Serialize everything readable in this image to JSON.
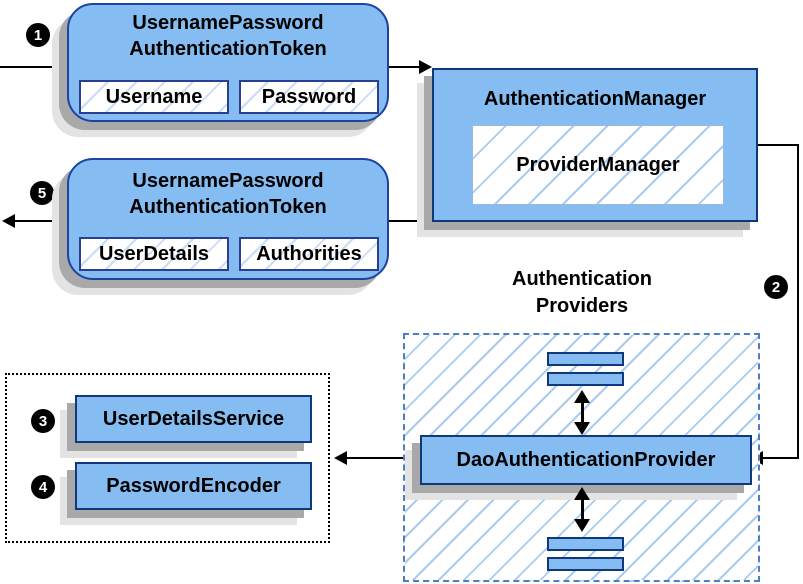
{
  "colors": {
    "box-fill": "#85bdf2",
    "box-border": "#10387c",
    "rounded-border": "#1c44a0",
    "field-border": "#2b3f91",
    "hatch": "#a8cbf0",
    "hatch-faint": "#c9ddf5",
    "dashed-border": "#4d7fc0",
    "line": "#000000",
    "shadow-dark": "#a9a9a9",
    "shadow-light": "#e3e3e3"
  },
  "badges": {
    "step1": "1",
    "step2": "2",
    "step3": "3",
    "step4": "4",
    "step5": "5"
  },
  "token_request": {
    "title_line1": "UsernamePassword",
    "title_line2": "AuthenticationToken",
    "field1": "Username",
    "field2": "Password"
  },
  "token_response": {
    "title_line1": "UsernamePassword",
    "title_line2": "AuthenticationToken",
    "field1": "UserDetails",
    "field2": "Authorities"
  },
  "authentication_manager": {
    "title": "AuthenticationManager",
    "inner": "ProviderManager"
  },
  "providers": {
    "heading_line1": "Authentication",
    "heading_line2": "Providers",
    "main_provider": "DaoAuthenticationProvider"
  },
  "services": {
    "user_details_service": "UserDetailsService",
    "password_encoder": "PasswordEncoder"
  }
}
